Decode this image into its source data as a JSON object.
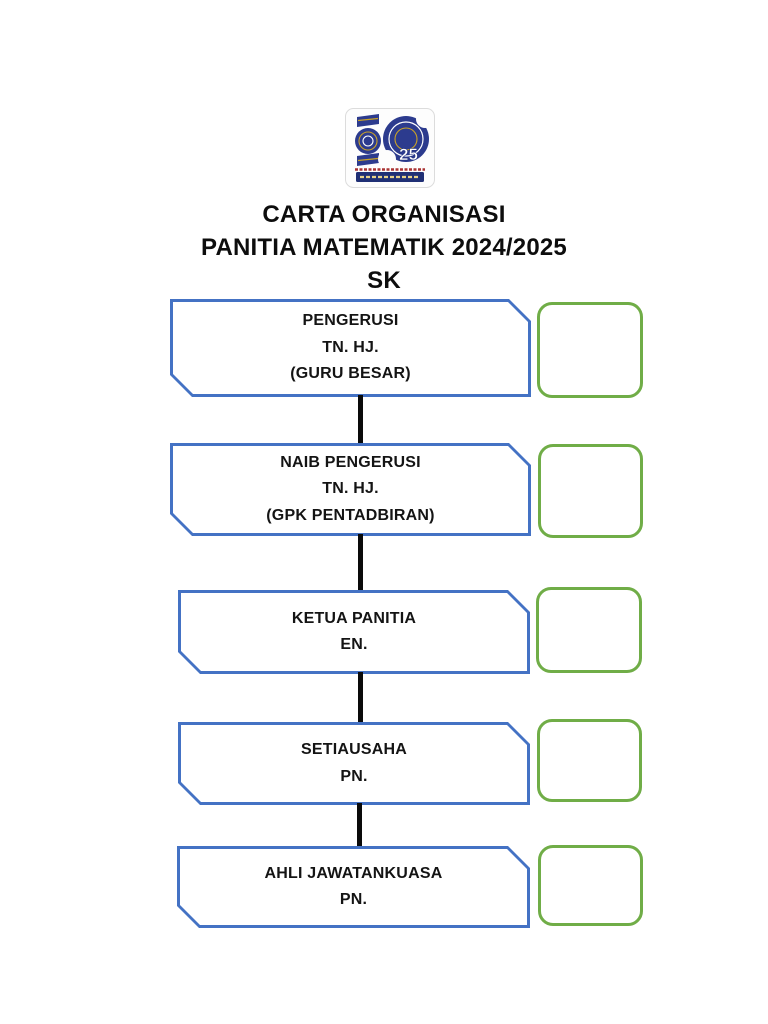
{
  "page": {
    "background": "#ffffff"
  },
  "logo": {
    "badge_number": "25"
  },
  "title": {
    "line1": "CARTA ORGANISASI",
    "line2": "PANITIA MATEMATIK 2024/2025",
    "line3": "SK"
  },
  "org_chart": {
    "nodes": [
      {
        "id": "pengerusi",
        "lines": [
          "PENGERUSI",
          "TN. HJ.",
          "(GURU BESAR)"
        ]
      },
      {
        "id": "naib-pengerusi",
        "lines": [
          "NAIB PENGERUSI",
          "TN. HJ.",
          "(GPK PENTADBIRAN)"
        ]
      },
      {
        "id": "ketua-panitia",
        "lines": [
          "KETUA PANITIA",
          "EN."
        ]
      },
      {
        "id": "setiausaha",
        "lines": [
          "SETIAUSAHA",
          "PN."
        ]
      },
      {
        "id": "ahli-jawatankuasa",
        "lines": [
          "AHLI JAWATANKUASA",
          "PN."
        ]
      }
    ]
  },
  "colors": {
    "node_border": "#4472c4",
    "placeholder_border": "#70ad47",
    "connector": "#0a0a0a",
    "title_text": "#0d0d0d",
    "node_text": "#141414",
    "logo_blue": "#2c3b8e",
    "logo_gold": "#c9a227",
    "logo_banner": "#203075",
    "logo_caption_red": "#aa3333"
  }
}
